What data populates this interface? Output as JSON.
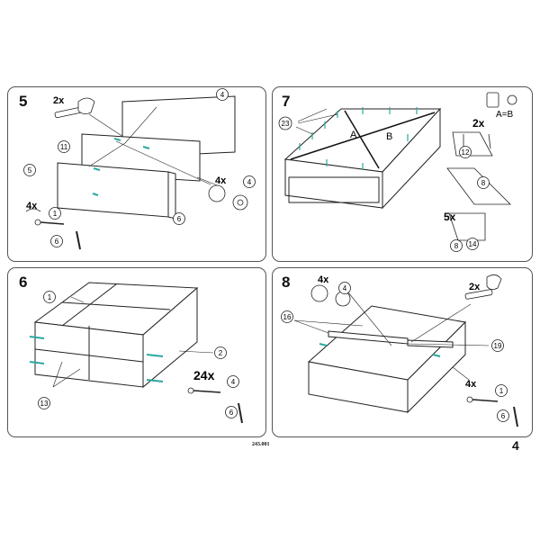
{
  "steps": [
    {
      "number": "5",
      "qty": [
        "2x",
        "4x",
        "4x"
      ],
      "callouts": [
        "4",
        "11",
        "5",
        "6",
        "4",
        "1",
        "6"
      ]
    },
    {
      "number": "7",
      "qty": [
        "2x",
        "5x"
      ],
      "equality": "A=B",
      "diag_labels": [
        "A",
        "B"
      ],
      "callouts": [
        "23",
        "12",
        "8",
        "8",
        "14"
      ]
    },
    {
      "number": "6",
      "qty": [
        "24x"
      ],
      "callouts": [
        "1",
        "2",
        "13",
        "4",
        "6"
      ]
    },
    {
      "number": "8",
      "qty": [
        "4x",
        "2x",
        "4x"
      ],
      "callouts": [
        "4",
        "16",
        "19",
        "1",
        "6"
      ]
    }
  ],
  "footer": {
    "code": "243.001",
    "page": "4"
  },
  "colors": {
    "outline": "#555555",
    "dowel": "#2aa8a0",
    "ink": "#111111"
  }
}
